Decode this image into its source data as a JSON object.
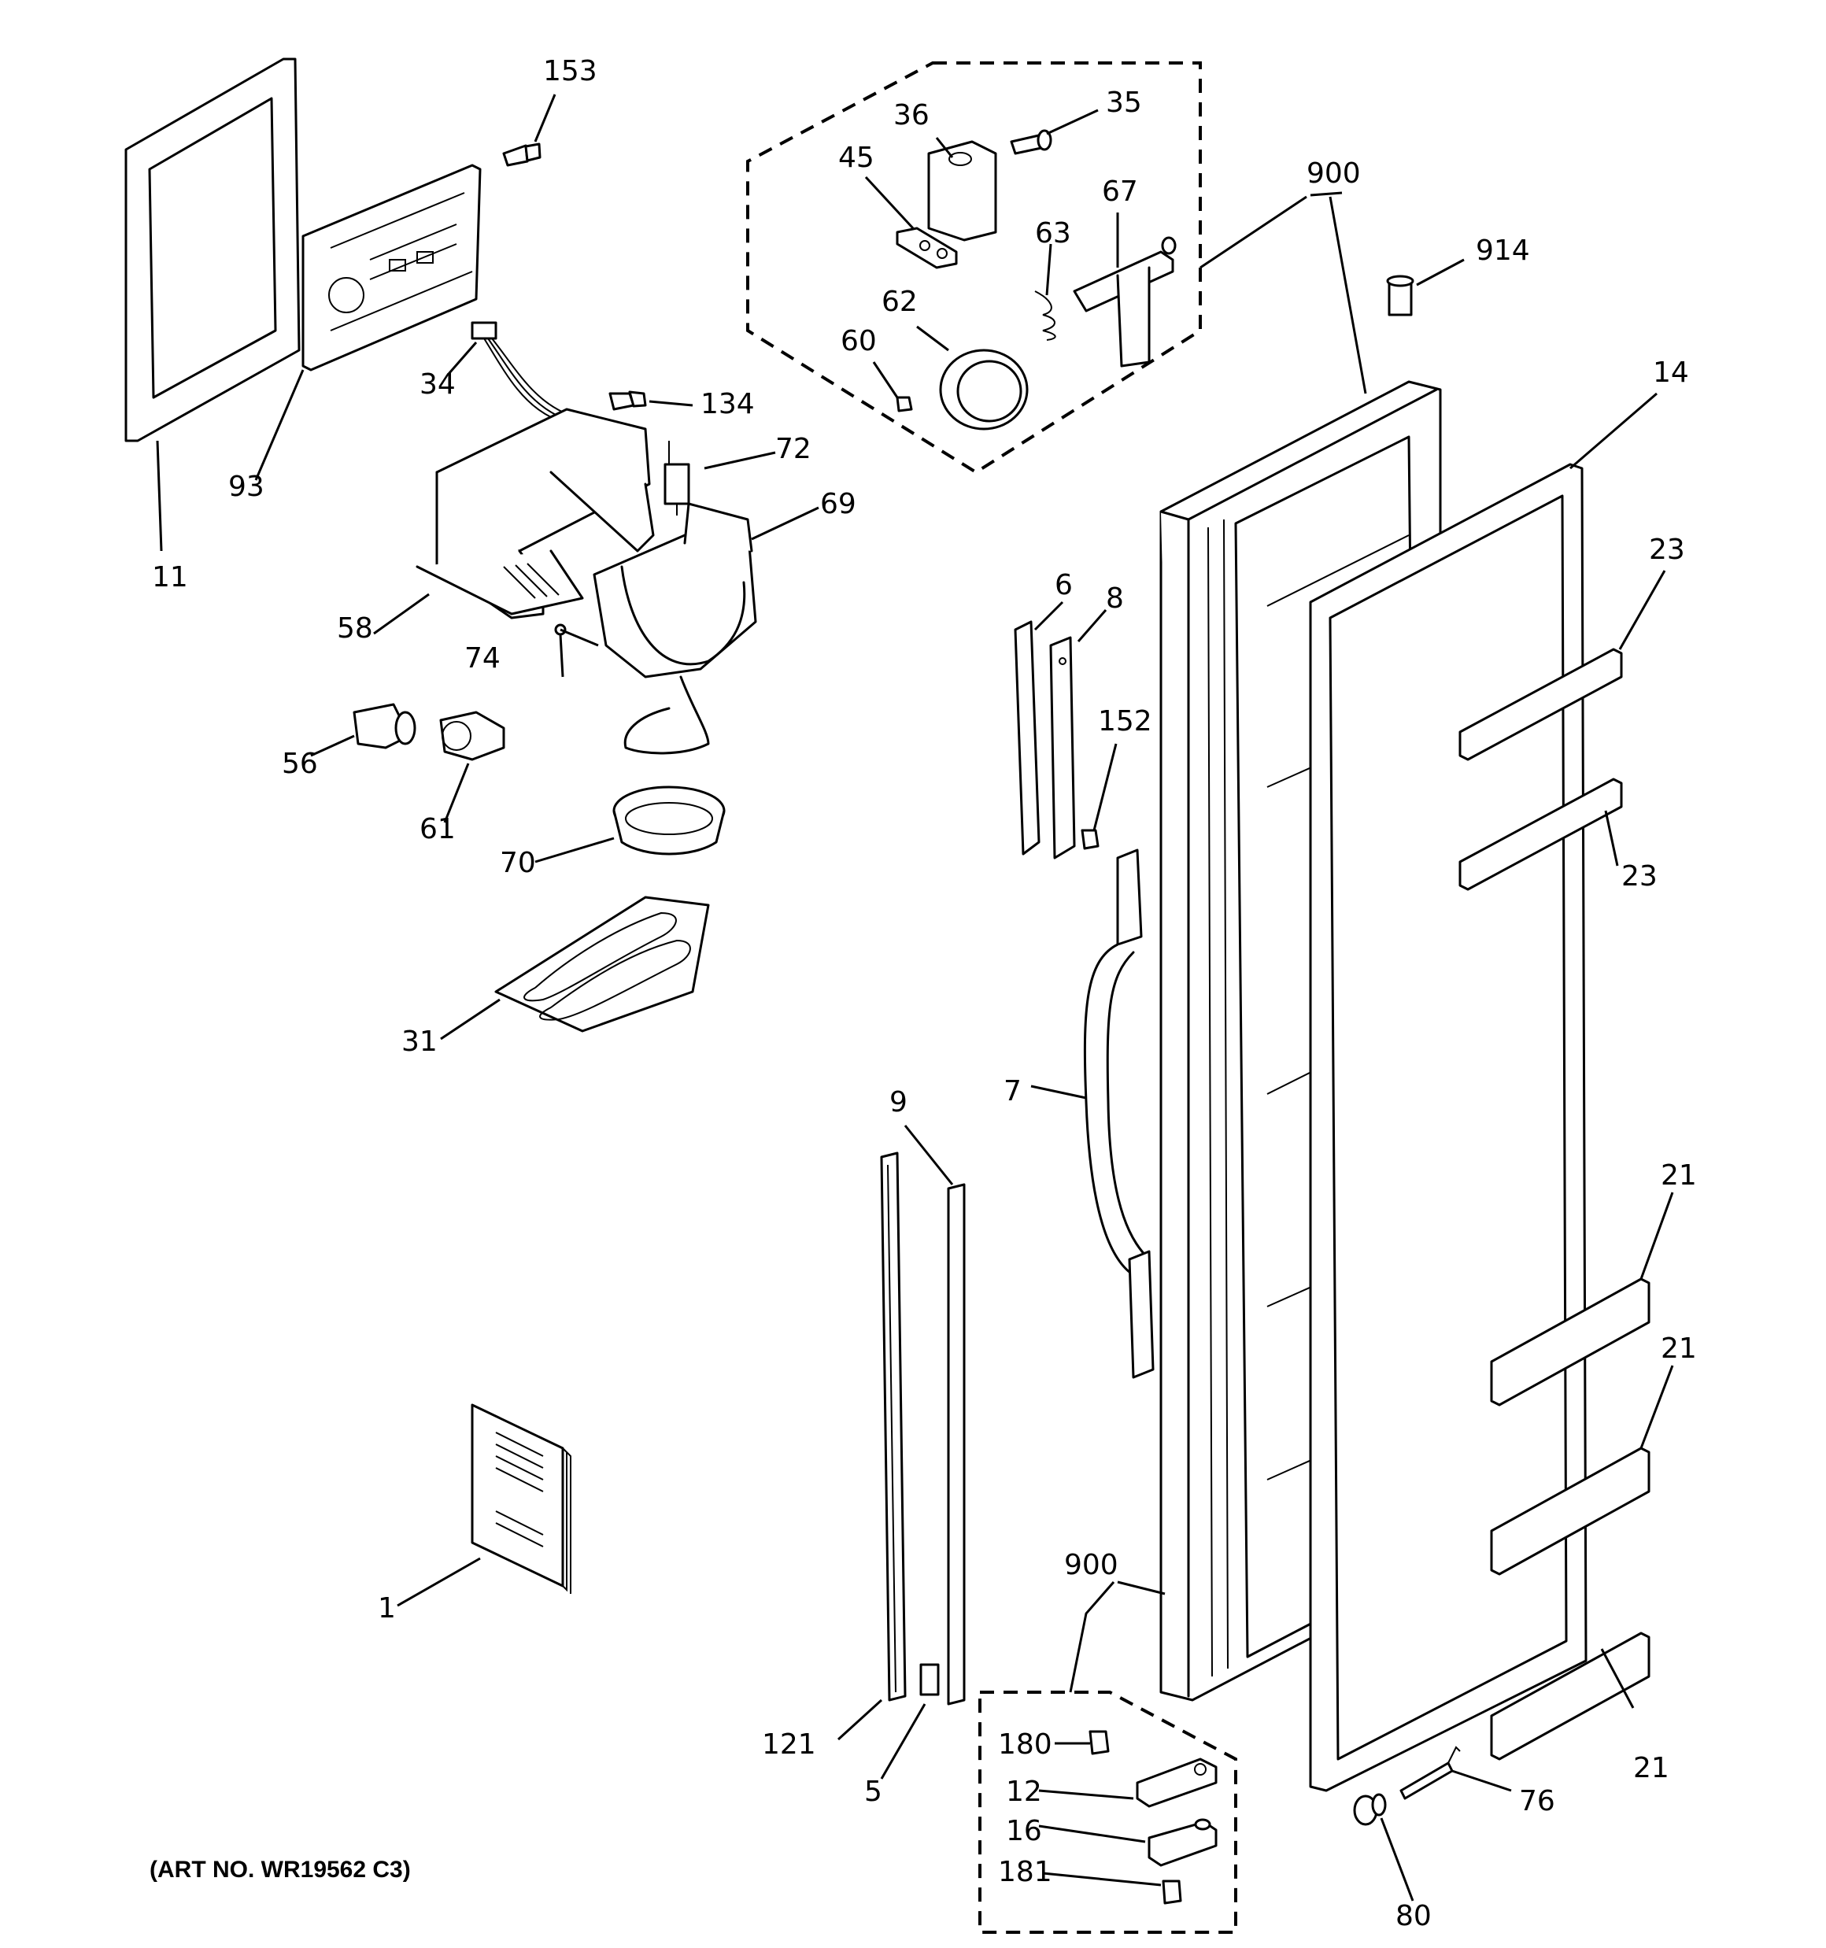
{
  "art_number": "(ART NO. WR19562 C3)",
  "callouts": {
    "c153": "153",
    "c36": "36",
    "c35": "35",
    "c45": "45",
    "c67": "67",
    "c63": "63",
    "c900a": "900",
    "c914": "914",
    "c62": "62",
    "c60": "60",
    "c34": "34",
    "c134": "134",
    "c72": "72",
    "c14": "14",
    "c93": "93",
    "c69": "69",
    "c23a": "23",
    "c11": "11",
    "c58": "58",
    "c6": "6",
    "c8": "8",
    "c74": "74",
    "c152": "152",
    "c56": "56",
    "c61": "61",
    "c23b": "23",
    "c70": "70",
    "c31": "31",
    "c7": "7",
    "c9": "9",
    "c21a": "21",
    "c21b": "21",
    "c1": "1",
    "c900b": "900",
    "c180": "180",
    "c12": "12",
    "c121": "121",
    "c5": "5",
    "c76": "76",
    "c16": "16",
    "c21c": "21",
    "c181": "181",
    "c80": "80"
  }
}
